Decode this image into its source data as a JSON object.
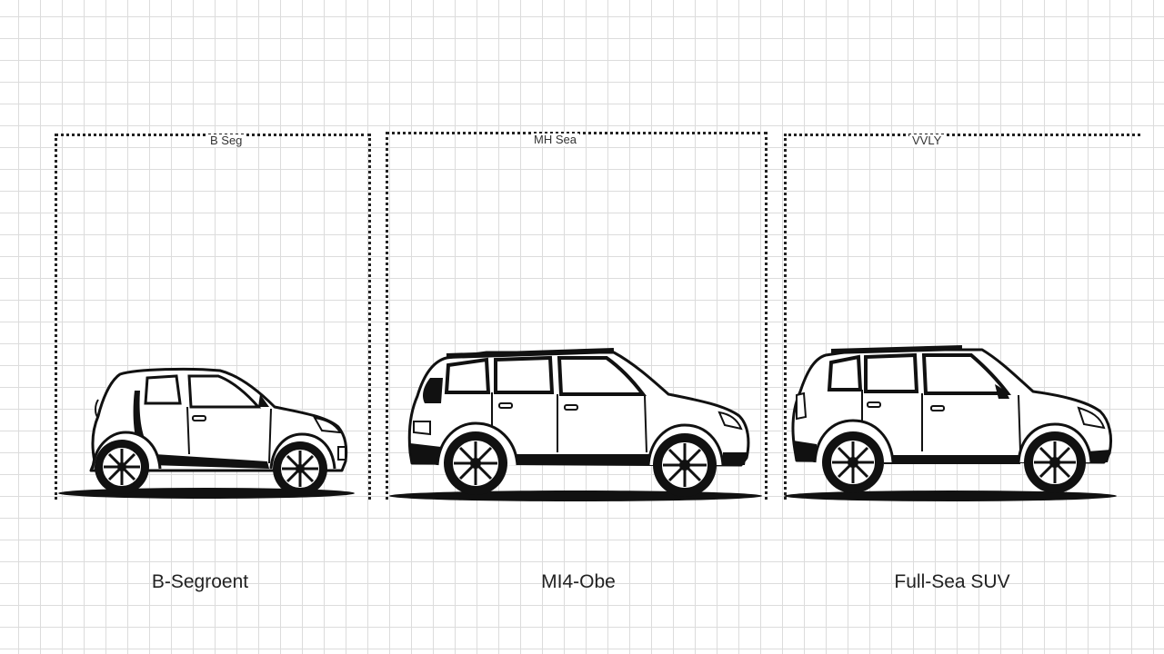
{
  "segments": [
    {
      "top_label": "B Seg",
      "label": "B-Segroent"
    },
    {
      "top_label": "MH Sea",
      "label": "MI4-Obe"
    },
    {
      "top_label": "VVLY",
      "label": "Full-Sea SUV"
    }
  ]
}
